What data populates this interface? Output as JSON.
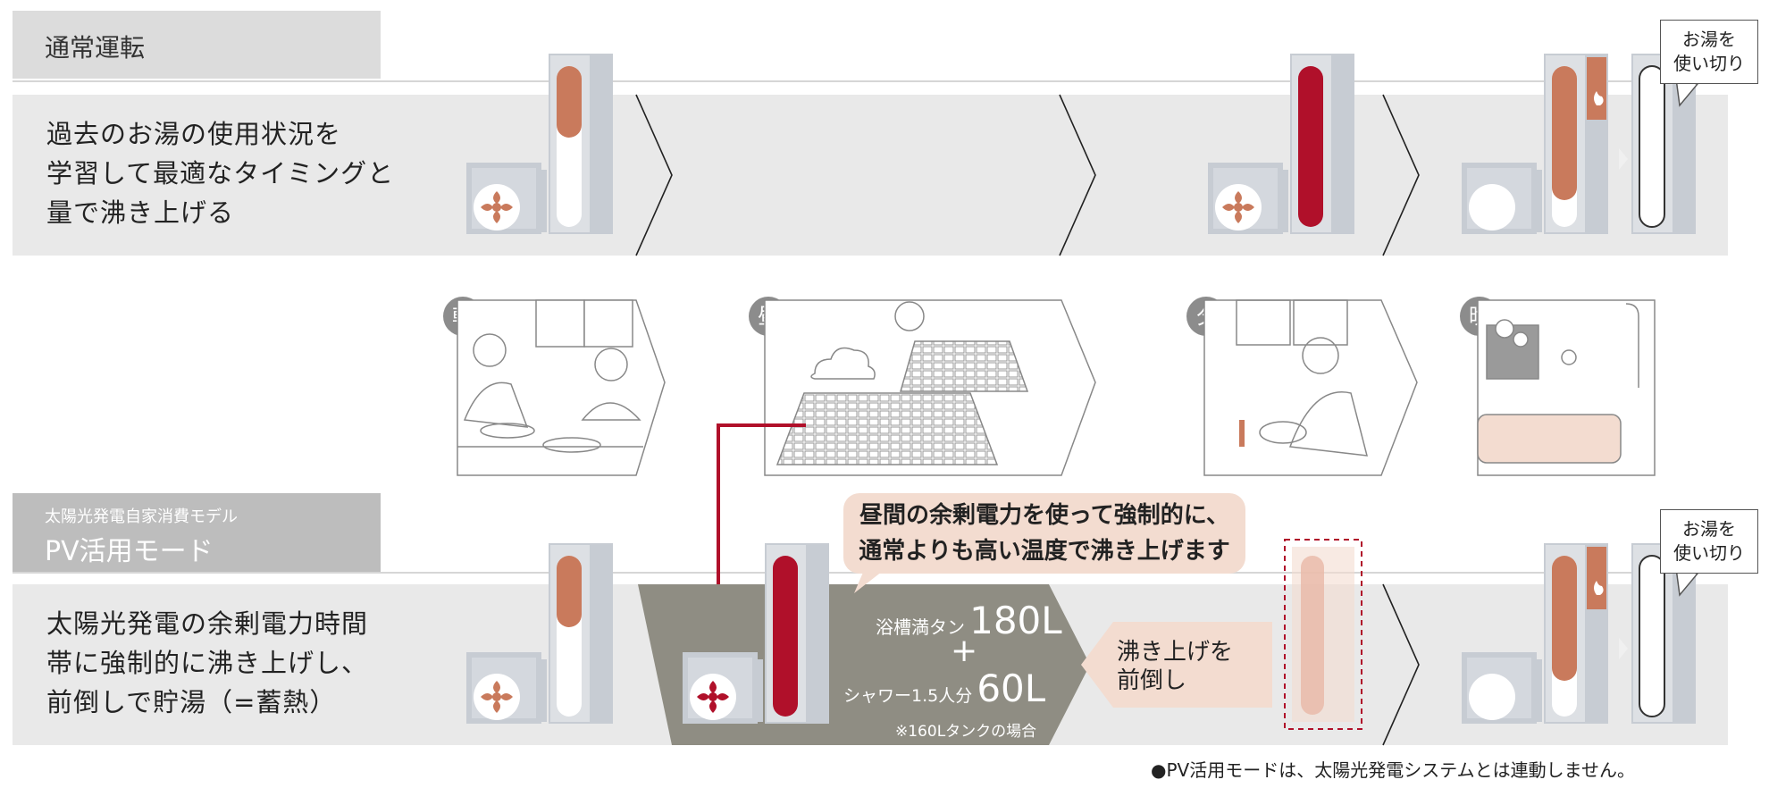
{
  "normal": {
    "tab_label": "通常運転",
    "description": [
      "過去のお湯の使用状況を",
      "学習して最適なタイミングと",
      "量で沸き上げる"
    ]
  },
  "pv": {
    "tab_sub": "太陽光発電自家消費モデル",
    "tab_label": "PV活用モード",
    "description": [
      "太陽光発電の余剰電力時間",
      "帯に強制的に沸き上げし、",
      "前倒しで貯湯（=蓄熱）"
    ]
  },
  "callouts": {
    "use_up_line1": "お湯を",
    "use_up_line2": "使い切り"
  },
  "times": [
    "朝",
    "昼",
    "夕",
    "晩"
  ],
  "bubble": [
    "昼間の余剰電力を使って強制的に、",
    "通常よりも高い温度で沸き上げます"
  ],
  "capacity": {
    "bath_label": "浴槽満タン",
    "bath_value": "180L",
    "plus": "+",
    "shower_label": "シャワー1.5人分",
    "shower_value": "60L",
    "footnote": "※160Lタンクの場合"
  },
  "advance_label": [
    "沸き上げを",
    "前倒し"
  ],
  "footer_note": "●PV活用モードは、太陽光発電システムとは連動しません。",
  "colors": {
    "band": "#e9e9e9",
    "orange_fill": "#c97a5c",
    "red_fill": "#b0102a",
    "gray_panel": "#8f8d83",
    "pink": "#f3dcd0"
  }
}
